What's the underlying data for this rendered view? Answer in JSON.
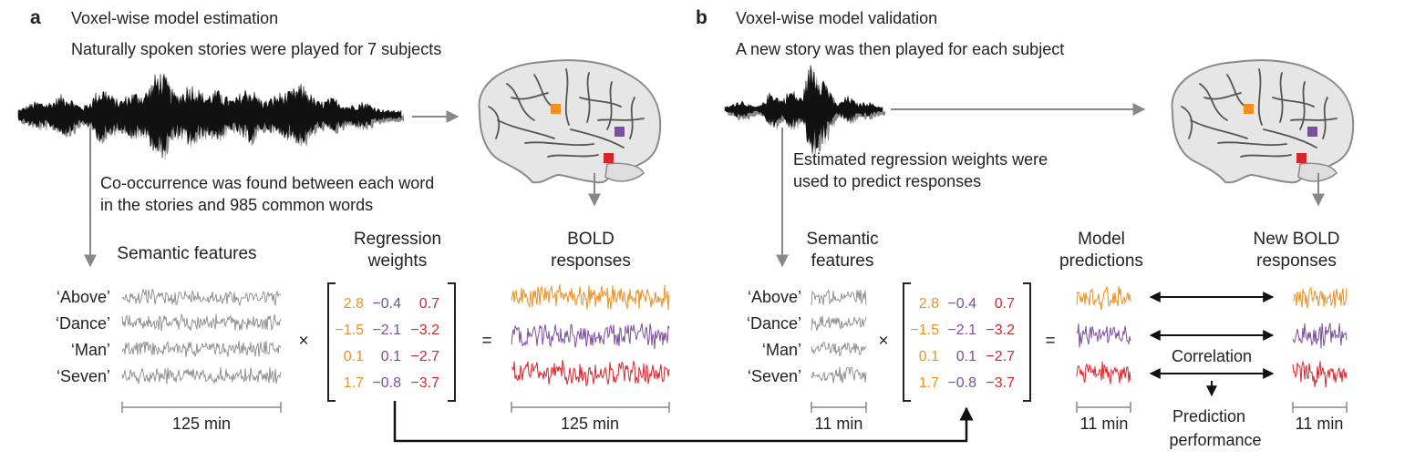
{
  "panel_a": {
    "letter": "a",
    "title": "Voxel-wise model estimation",
    "subtitle": "Naturally spoken stories were played for 7 subjects",
    "cooccurrence_line1": "Co-occurrence was found between each word",
    "cooccurrence_line2": "in the stories and 985 common words",
    "features_label": "Semantic features",
    "weights_label_1": "Regression",
    "weights_label_2": "weights",
    "bold_label_1": "BOLD",
    "bold_label_2": "responses",
    "words": [
      "‘Above’",
      "‘Dance’",
      "‘Man’",
      "‘Seven’"
    ],
    "times": "×",
    "equals": "=",
    "duration_features": "125 min",
    "duration_bold": "125 min",
    "weights": [
      [
        "2.8",
        "−0.4",
        "0.7"
      ],
      [
        "−1.5",
        "−2.1",
        "−3.2"
      ],
      [
        "0.1",
        "0.1",
        "−2.7"
      ],
      [
        "1.7",
        "−0.8",
        "−3.7"
      ]
    ]
  },
  "panel_b": {
    "letter": "b",
    "title": "Voxel-wise model validation",
    "subtitle": "A new story was then played for each subject",
    "estimated_line1": "Estimated regression weights were",
    "estimated_line2": "used to predict responses",
    "features_label_1": "Semantic",
    "features_label_2": "features",
    "predictions_label_1": "Model",
    "predictions_label_2": "predictions",
    "new_bold_label_1": "New BOLD",
    "new_bold_label_2": "responses",
    "words": [
      "‘Above’",
      "‘Dance’",
      "‘Man’",
      "‘Seven’"
    ],
    "times": "×",
    "equals": "=",
    "correlation": "Correlation",
    "performance_line1": "Prediction",
    "performance_line2": "performance",
    "duration_features": "11 min",
    "duration_predictions": "11 min",
    "duration_new_bold": "11 min",
    "weights": [
      [
        "2.8",
        "−0.4",
        "0.7"
      ],
      [
        "−1.5",
        "−2.1",
        "−3.2"
      ],
      [
        "0.1",
        "0.1",
        "−2.7"
      ],
      [
        "1.7",
        "−0.8",
        "−3.7"
      ]
    ]
  },
  "colors": {
    "orange": "#f0901e",
    "purple": "#7b4f9e",
    "red": "#d8262e",
    "gray_signal": "#7a7a7a",
    "arrow_gray": "#888888",
    "brain_fill": "#e6e6e6",
    "brain_outline": "#8a8a8a"
  },
  "voxel_colors": [
    "orange",
    "purple",
    "red"
  ]
}
